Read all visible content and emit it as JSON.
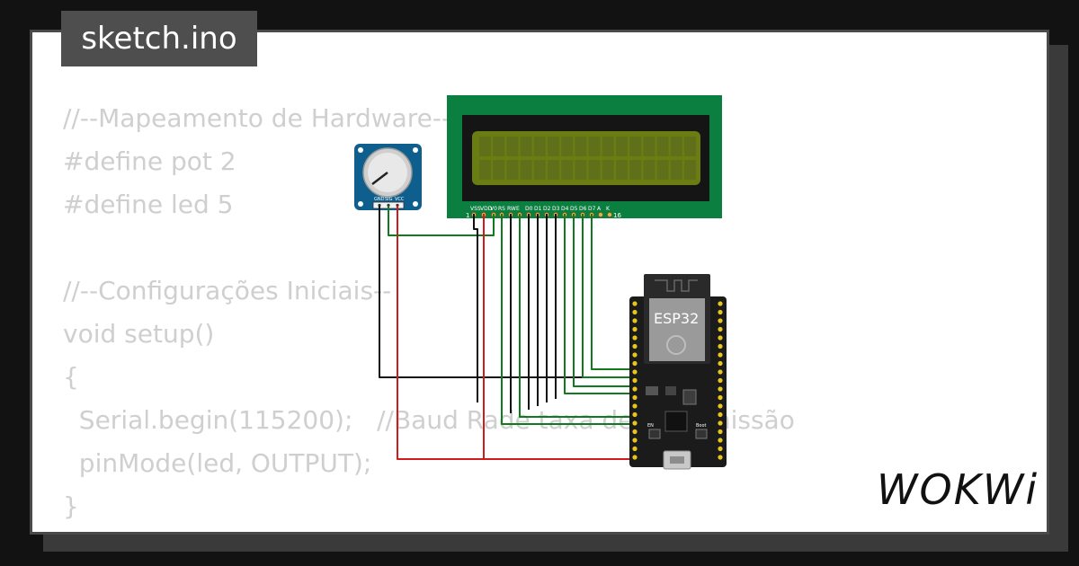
{
  "tab": {
    "filename": "sketch.ino"
  },
  "code": {
    "lines": [
      "//--Mapeamento de Hardware--",
      "#define pot 2",
      "#define led 5",
      "",
      "//--Configurações Iniciais--",
      "void setup()",
      "{",
      "  Serial.begin(115200);   //Baud Rade taxa de transmissão",
      "  pinMode(led, OUTPUT);",
      "}"
    ]
  },
  "potentiometer": {
    "pin_labels": [
      "GND",
      "SIG",
      "VCC"
    ]
  },
  "lcd": {
    "pin_labels": [
      "VSS",
      "VDD",
      "V0",
      "RS",
      "RW",
      "E",
      "D0",
      "D1",
      "D2",
      "D3",
      "D4",
      "D5",
      "D6",
      "D7",
      "A",
      "K"
    ],
    "pin_numbers": [
      "1",
      "16"
    ]
  },
  "esp32": {
    "chip_label": "ESP32",
    "button_labels": [
      "EN",
      "Boot"
    ]
  },
  "brand": {
    "logo_text": "WOKWi"
  },
  "colors": {
    "page_bg": "#121212",
    "card_bg": "#ffffff",
    "tab_bg": "#4e4e4e",
    "code_text": "#cfcfcf",
    "lcd_pcb": "#0b7f3f",
    "lcd_screen": "#6b7d12",
    "pot_pcb": "#0e5f8e",
    "esp_board": "#1b1b1b",
    "wire_green": "#117a1d",
    "wire_red": "#d11b1b",
    "wire_black": "#111111"
  }
}
